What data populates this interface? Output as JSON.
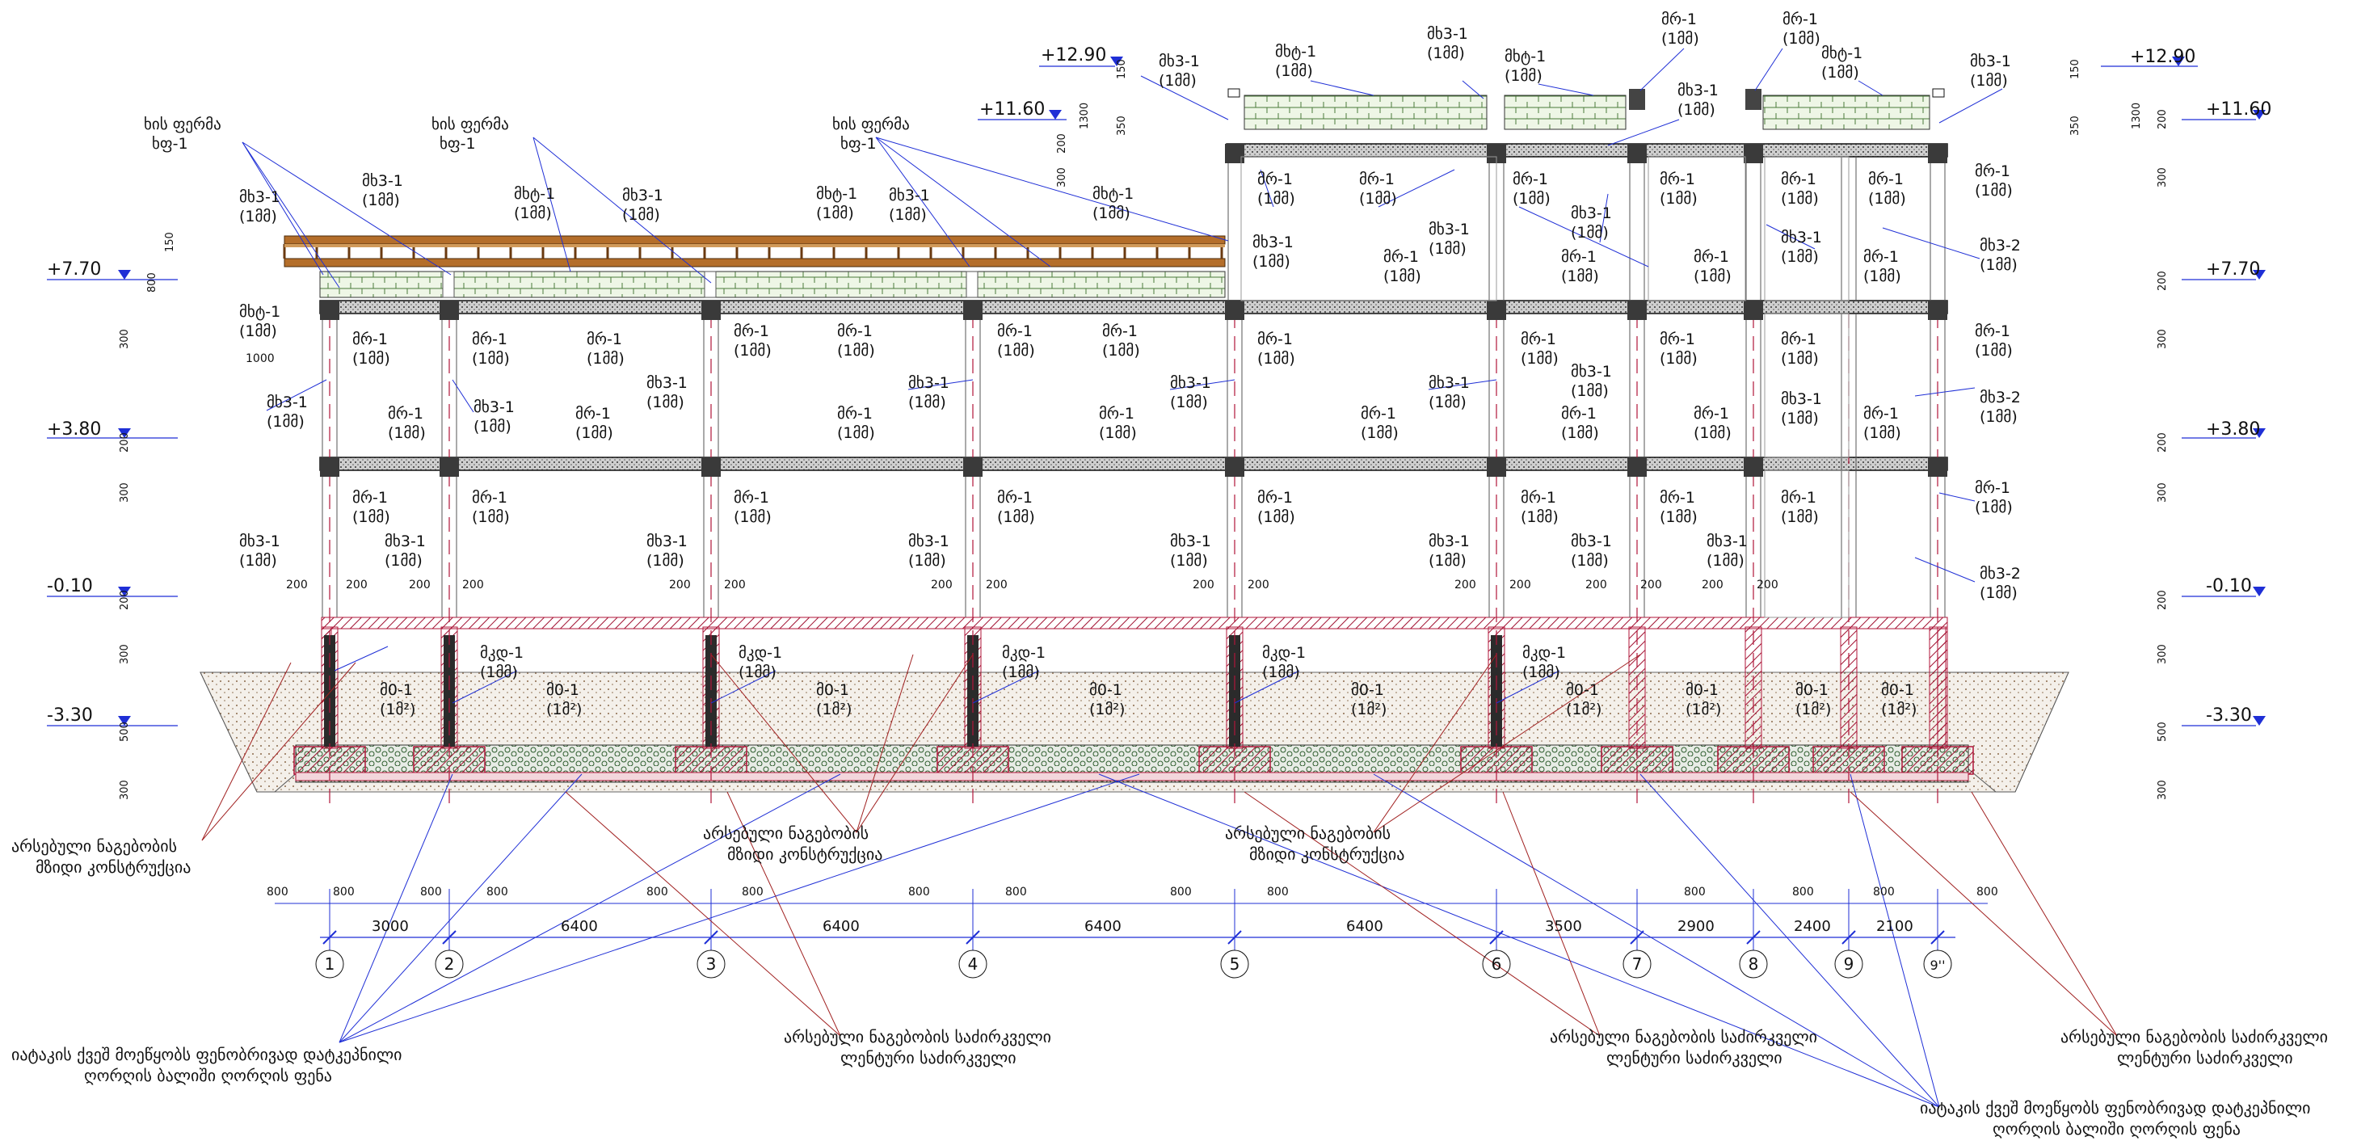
{
  "levels": {
    "left": [
      "+7.70",
      "+3.80",
      "-0.10",
      "-3.30"
    ],
    "right": [
      "+12.90",
      "+11.60",
      "+7.70",
      "+3.80",
      "-0.10",
      "-3.30"
    ],
    "roof_left": [
      "+12.90",
      "+11.60"
    ]
  },
  "dims": {
    "h300": "300",
    "h200": "200",
    "h500": "500",
    "h800": "800",
    "h150": "150",
    "h350": "350",
    "h1300": "1300",
    "d200": "200",
    "d800": "800",
    "d1000": "1000"
  },
  "axes": {
    "labels": [
      "1",
      "2",
      "3",
      "4",
      "5",
      "6",
      "7",
      "8",
      "9",
      "9''"
    ],
    "spans": [
      "3000",
      "6400",
      "6400",
      "6400",
      "6400",
      "3500",
      "2900",
      "2400",
      "2100"
    ]
  },
  "marks": {
    "mk31": "მხ3-1",
    "mk31b": "(1მმ)",
    "mr1": "მრ-1",
    "mr1b": "(1მმ)",
    "mkt1": "მხტ-1",
    "mkt1b": "(1მმ)",
    "mk32": "მხ3-2",
    "mk32b": "(1მმ)",
    "mkd1": "მკდ-1",
    "mkd1b": "(1მმ)",
    "mi1": "მ0-1",
    "mi1b": "(1მ²)",
    "wood": "ხის ფერმა",
    "woodb": "ხფ-1"
  },
  "notes": {
    "a1": "არსებული ნაგებობის",
    "a2": "მზიდი კონსტრუქცია",
    "b1": "არსებული ნაგებობის საძირკველი",
    "b2": "ლენტური საძირკველი",
    "c1": "იატაკის ქვეშ მოეწყობს ფენობრივად დატკეპნილი",
    "c2": "ღორღის ბალიში ღორღის ფენა"
  }
}
